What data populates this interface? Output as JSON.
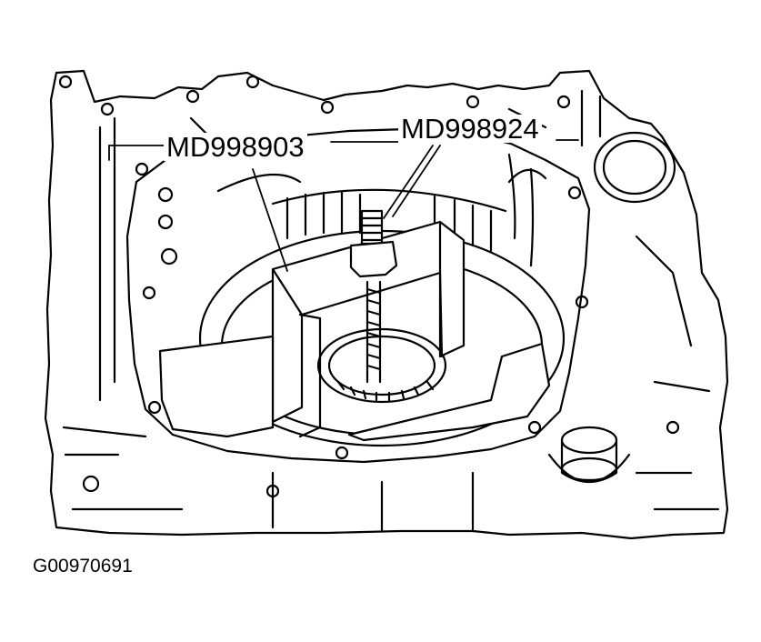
{
  "diagram": {
    "callouts": [
      {
        "id": "tool-1",
        "text": "MD998903"
      },
      {
        "id": "tool-2",
        "text": "MD998924"
      }
    ],
    "figure_id": "G00970691",
    "colors": {
      "ink": "#000000",
      "paper": "#ffffff"
    }
  }
}
